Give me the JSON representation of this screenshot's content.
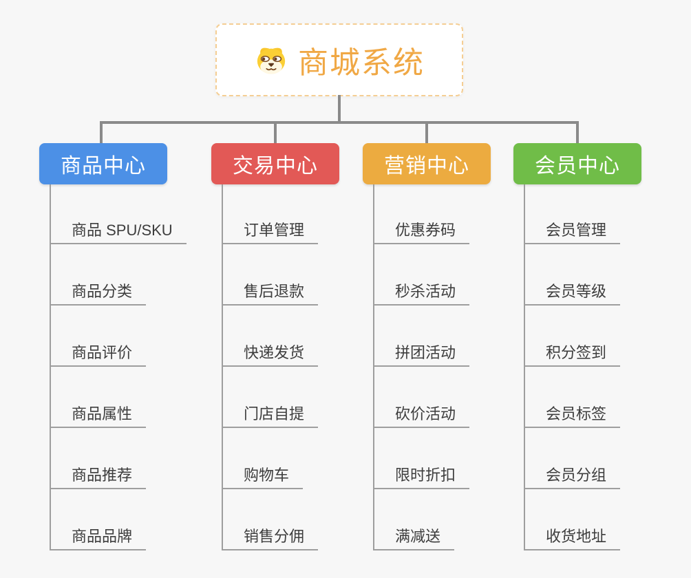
{
  "root": {
    "title": "商城系统",
    "title_color": "#F0A845",
    "border_color": "#F5CE93",
    "icon": "dog-face-icon"
  },
  "colors": {
    "background": "#F7F7F7",
    "connector_line": "#8A8A8A",
    "subtopic_line": "#9E9E9E",
    "subtopic_text": "#3D3D3D"
  },
  "branches": [
    {
      "label": "商品中心",
      "color": "#4C90E6",
      "items": [
        "商品 SPU/SKU",
        "商品分类",
        "商品评价",
        "商品属性",
        "商品推荐",
        "商品品牌"
      ]
    },
    {
      "label": "交易中心",
      "color": "#E25956",
      "items": [
        "订单管理",
        "售后退款",
        "快递发货",
        "门店自提",
        "购物车",
        "销售分佣"
      ]
    },
    {
      "label": "营销中心",
      "color": "#ECAB40",
      "items": [
        "优惠券码",
        "秒杀活动",
        "拼团活动",
        "砍价活动",
        "限时折扣",
        "满减送"
      ]
    },
    {
      "label": "会员中心",
      "color": "#70BD48",
      "items": [
        "会员管理",
        "会员等级",
        "积分签到",
        "会员标签",
        "会员分组",
        "收货地址"
      ]
    }
  ]
}
